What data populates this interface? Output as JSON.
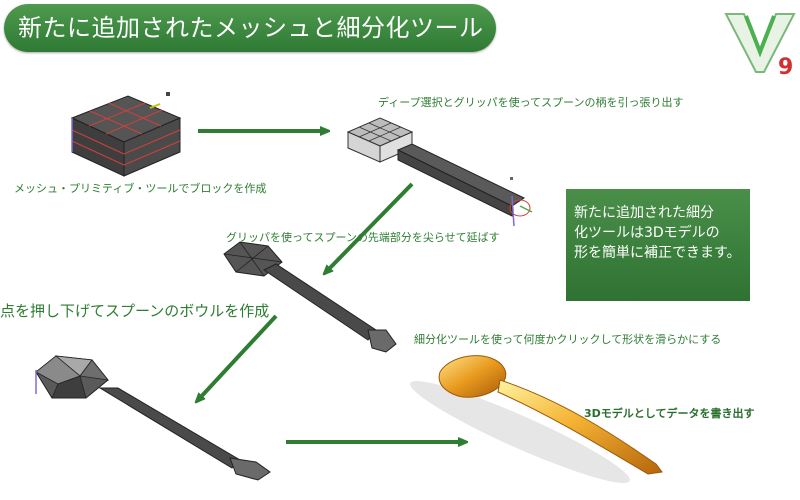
{
  "title": "新たに追加されたメッシュと細分化ツール",
  "logo": {
    "letter": "V",
    "version": "9",
    "accent": "#d32f2f",
    "brand": "#4caf50"
  },
  "captions": {
    "step1": "メッシュ・プリミティブ・ツールでブロックを作成",
    "step2": "ディープ選択とグリッパを使ってスプーンの柄を引っ張り出す",
    "step3": "グリッパを使ってスプーンの先端部分を尖らせて延ばす",
    "step4": "点を押し下げてスプーンのボウルを作成",
    "step5": "細分化ツールを使って何度かクリックして形状を滑らかにする",
    "step6": "3Dモデルとしてデータを書き出す"
  },
  "note": {
    "line1": "新たに追加された細分",
    "line2": "化ツールは3Dモデルの",
    "line3": "形を簡単に補正できます。"
  },
  "colors": {
    "arrow": "#2e7d32",
    "mesh_dark": "#4a4a4a",
    "mesh_light": "#cfcfcf",
    "grid_red": "#d0403a",
    "gold": "#f0a020"
  }
}
